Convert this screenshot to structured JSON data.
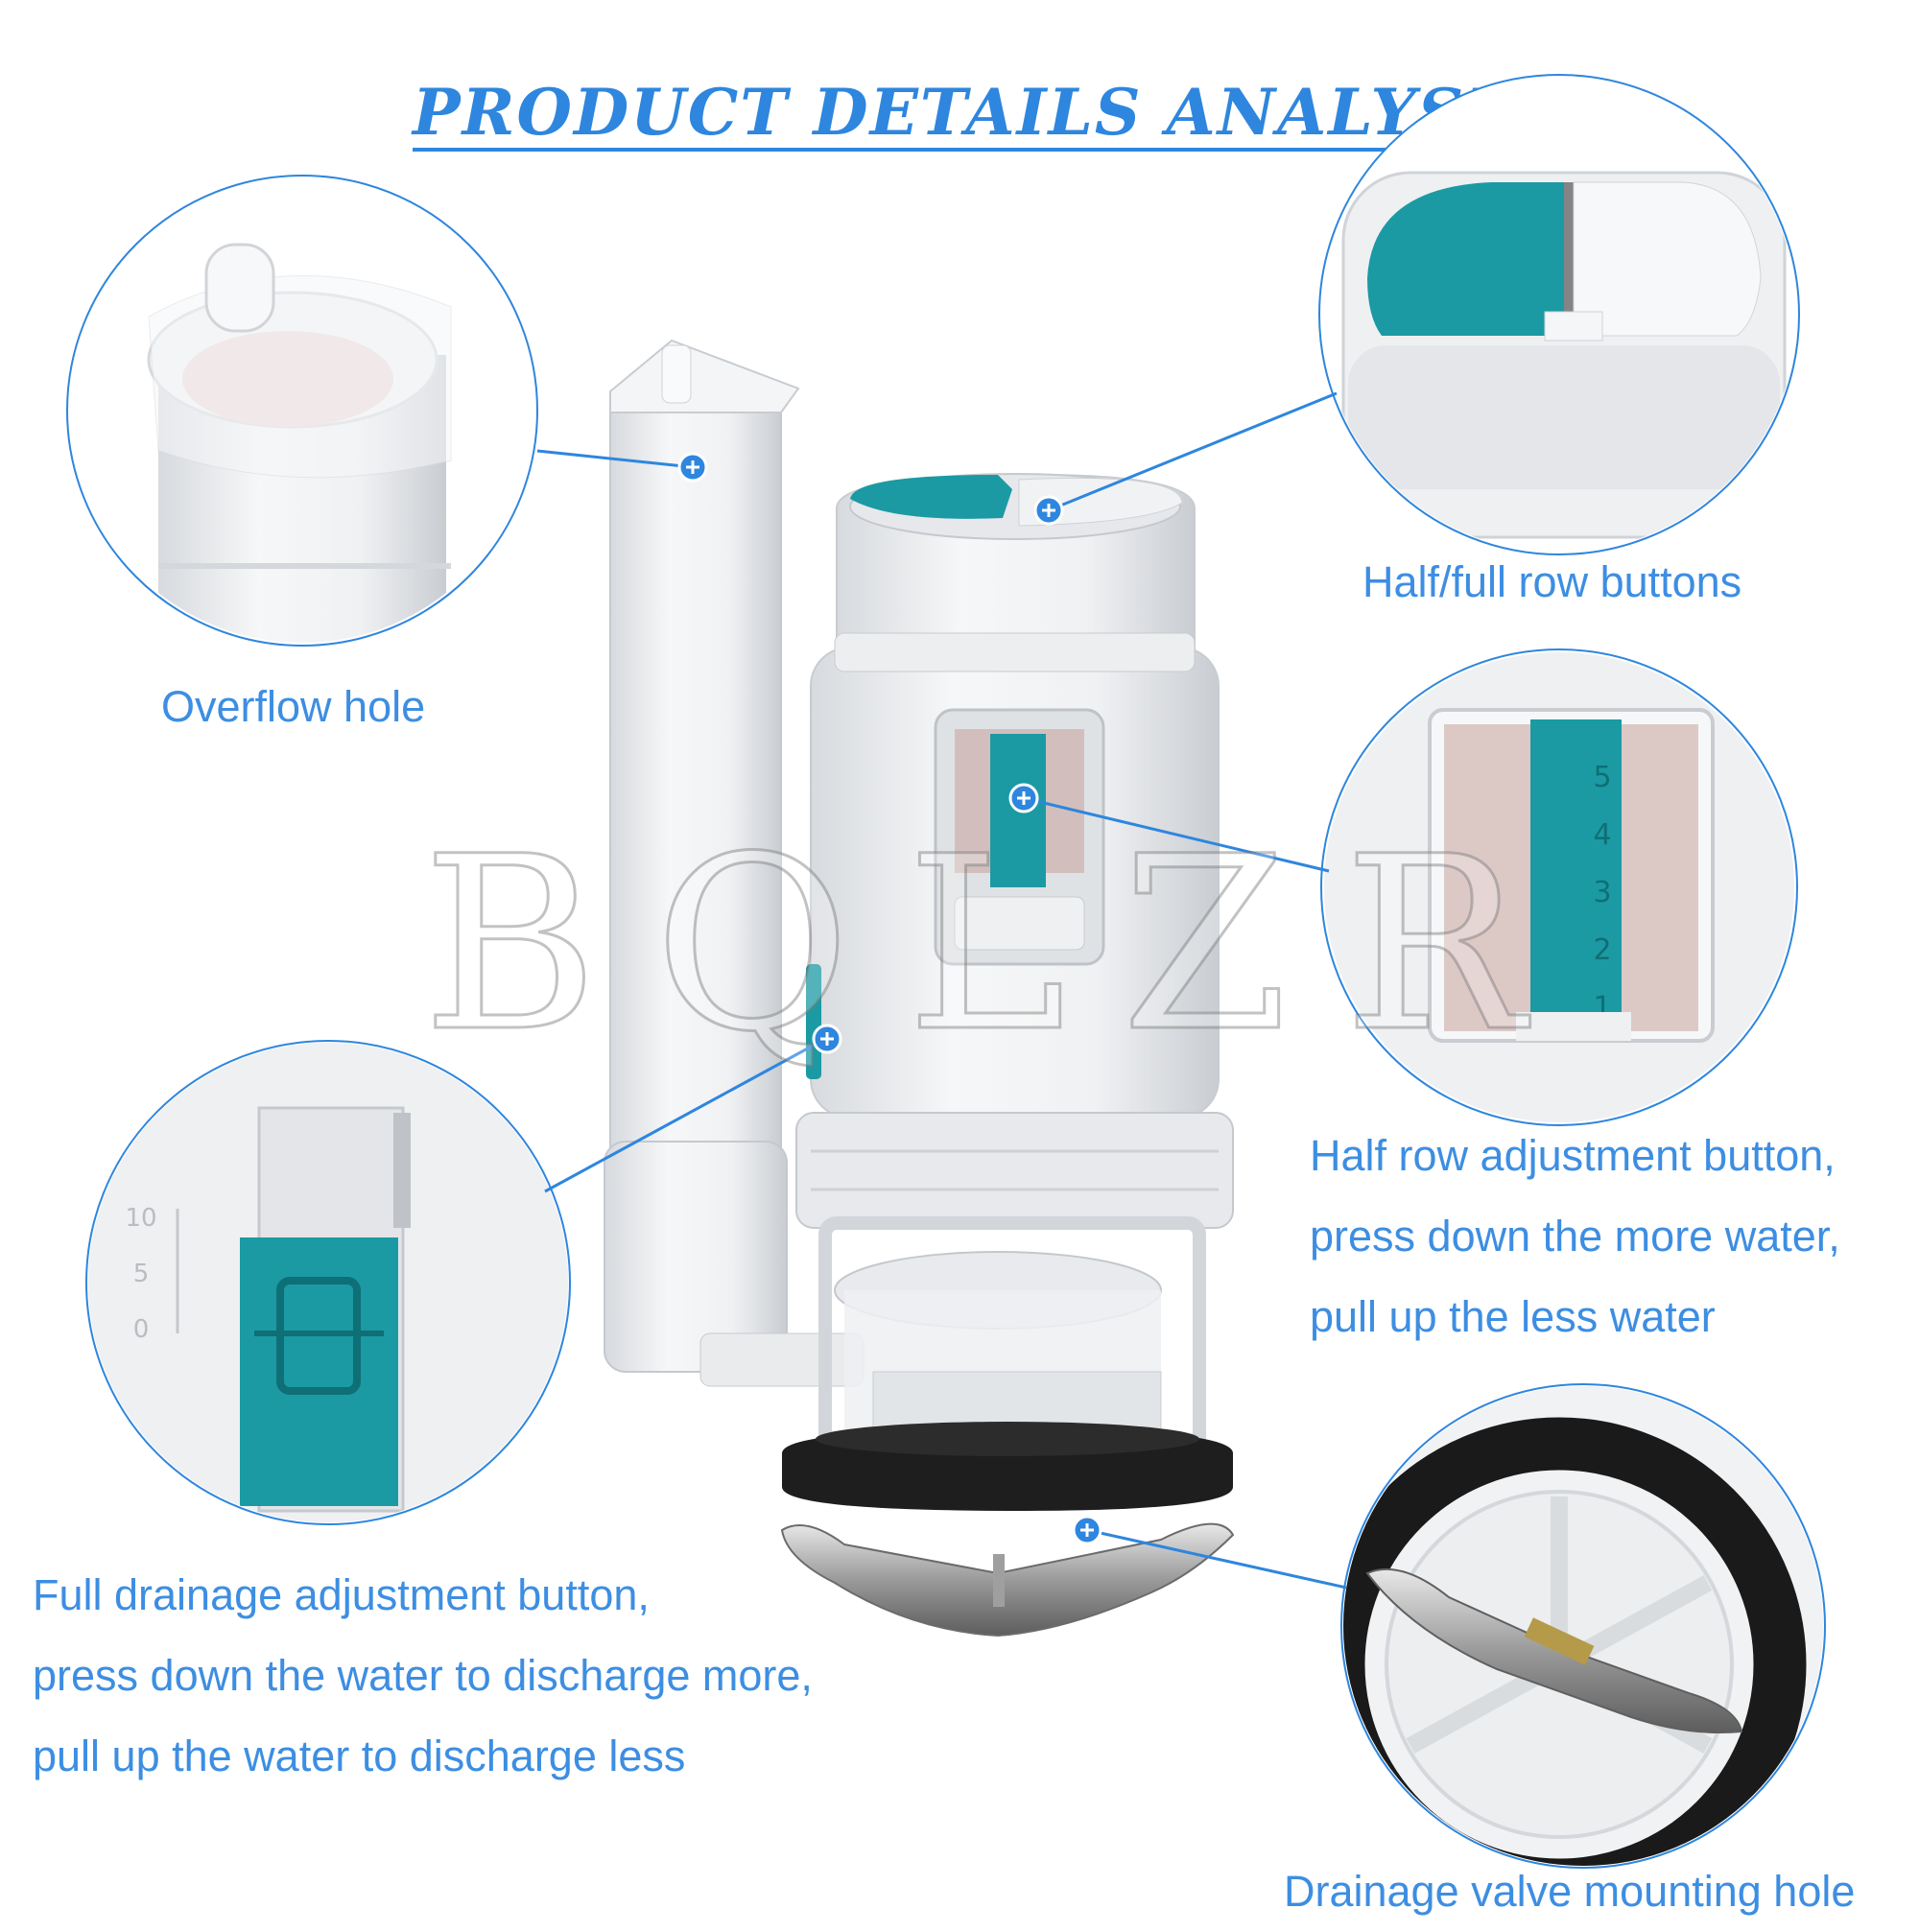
{
  "title": "PRODUCT DETAILS ANALYSIS",
  "watermark": "BQLZR",
  "callouts": {
    "overflow_hole": "Overflow hole",
    "half_full_buttons": "Half/full row buttons",
    "half_row_adjust": {
      "line1": "Half row adjustment button,",
      "line2": "press down the more water,",
      "line3": "pull up the less water"
    },
    "full_drainage_adjust": {
      "line1": "Full drainage adjustment button,",
      "line2": "press down the water to discharge more,",
      "line3": "pull up the water to discharge less"
    },
    "mounting_hole": "Drainage valve mounting hole"
  },
  "scale_labels": {
    "half_row": [
      "5",
      "4",
      "3",
      "2",
      "1"
    ],
    "full_drainage": [
      "10",
      "5",
      "0"
    ]
  },
  "colors": {
    "accent_blue": "#2e86de",
    "teal": "#1b9aa3",
    "plastic": "#eef0f2",
    "rubber": "#1e1e1e"
  },
  "icons": [
    "plus-marker-icon"
  ]
}
